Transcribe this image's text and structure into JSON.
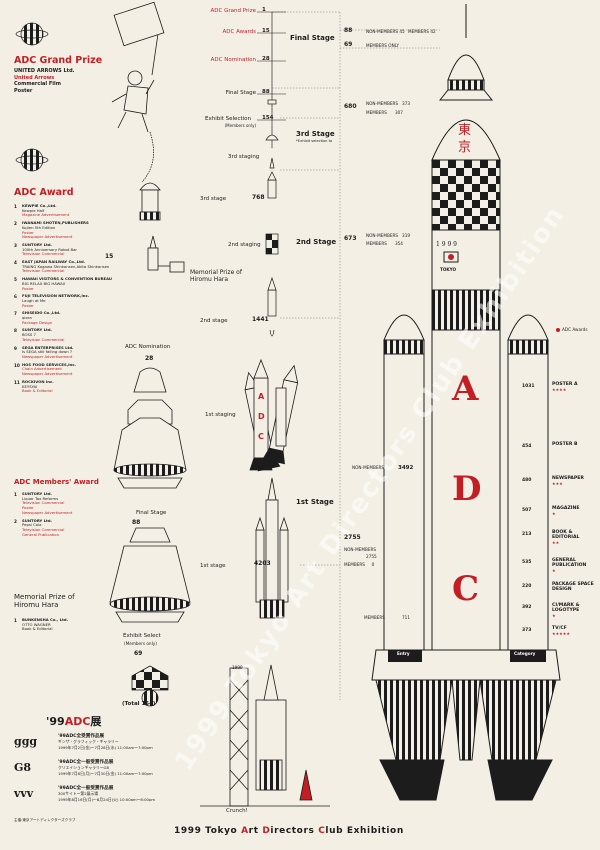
{
  "poster": {
    "footer_title_parts": [
      "1999 Tokyo ",
      "A",
      "rt ",
      "D",
      "irectors ",
      "C",
      "lub Exhibition"
    ],
    "watermark": "1999 Tokyo Art Directors Club Exhibition",
    "accent": "#c41e24",
    "paper": "#f3efe4"
  },
  "left": {
    "grand_prize": {
      "title": "ADC Grand Prize",
      "lines": [
        "UNITED ARROWS Ltd.",
        "United Arrows",
        "Commercial Film",
        "Poster"
      ]
    },
    "award": {
      "title": "ADC Award",
      "items": [
        {
          "n": "1",
          "lines": [
            "KEWPIE Co.,Ltd.",
            "Kewpie Half",
            "Magazine Advertisement"
          ]
        },
        {
          "n": "2",
          "lines": [
            "IWANAMI SHOTEN,PUBLISHERS",
            "Kojien 5th Edition",
            "Poster",
            "Newspaper Advertisement"
          ]
        },
        {
          "n": "3",
          "lines": [
            "SUNTORY Ltd.",
            "100th Anniversary Robot Bar",
            "Television Commercial"
          ]
        },
        {
          "n": "4",
          "lines": [
            "EAST JAPAN RAILWAY Co.,Ltd.",
            "TRAING Kogawa Shinkansen,Akita Shinkansen",
            "Television Commercial"
          ]
        },
        {
          "n": "5",
          "lines": [
            "HAWAII VISITORS & CONVENTION BUREAU",
            "BIG RELAX BIG HAWAII",
            "Poster"
          ]
        },
        {
          "n": "6",
          "lines": [
            "FUJI TELEVISION NETWORK,Inc.",
            "Laugh at Me",
            "Poster"
          ]
        },
        {
          "n": "7",
          "lines": [
            "SHISEIDO Co.,Ltd.",
            "qiora",
            "Package Design"
          ]
        },
        {
          "n": "8",
          "lines": [
            "SUNTORY Ltd.",
            "BOSS 7",
            "Television Commercial"
          ]
        },
        {
          "n": "9",
          "lines": [
            "SEGA ENTERPRISES Ltd.",
            "Is SEGA still falling down ?",
            "Newspaper Advertisement"
          ]
        },
        {
          "n": "10",
          "lines": [
            "HOS FOOD SERVICES,Inc.",
            "Chain Advertisement",
            "Newspaper Advertisement"
          ]
        },
        {
          "n": "11",
          "lines": [
            "ROCKIVON Inc.",
            "KEYSYAI",
            "Book & Editorial"
          ]
        }
      ]
    },
    "members_award": {
      "title": "ADC Members' Award",
      "items": [
        {
          "n": "1",
          "lines": [
            "SUNTORY Ltd.",
            "Liquor Tax Reforms",
            "Television Commercial",
            "Poster",
            "Newspaper Advertisement"
          ]
        },
        {
          "n": "2",
          "lines": [
            "SUNTORY Ltd.",
            "Pepsi Cola",
            "Television Commercial",
            "General Publication"
          ]
        }
      ]
    },
    "hara": {
      "title_l1": "Memorial Prize of",
      "title_l2": "Hiromu Hara",
      "n": "1",
      "lines": [
        "BUNKENSHA Co., Ltd.",
        "OTTO WAGNER",
        "Book & Editorial"
      ]
    },
    "exhibition": {
      "title": "'99",
      "title_red": "ADC",
      "title_suffix": "展",
      "venues": [
        {
          "name": "'99ADC全受賞作品展",
          "sub": "ギンザ・グラフィック・ギャラリー",
          "date": "1999年7月2日(金)〜7月28日(水) 11:00am〜7:00pm"
        },
        {
          "name": "'99ADC全一般受賞作品展",
          "sub": "クリエイションギャラリーG8",
          "date": "1999年7月6日(月)〜7月30日(金) 11:00am〜7:00pm"
        },
        {
          "name": "'99ADC全一般受賞作品展",
          "sub": "300サイトー第2展示場",
          "date": "1999年8月16日(月)〜8月24日(火) 10:00am〜6:00pm"
        }
      ],
      "credit": "主催:東京アートディレクターズクラブ"
    }
  },
  "middle": {
    "ladder": [
      {
        "label": "ADC Grand Prize",
        "value": "1"
      },
      {
        "label": "ADC Awards",
        "value": "15"
      },
      {
        "label": "ADC Nomination",
        "value": "28"
      },
      {
        "label": "Final Stage",
        "value": "88"
      },
      {
        "label": "Exhibit Selection",
        "sub": "(Members only)",
        "value": "154"
      }
    ],
    "stages": [
      {
        "label": "Final Stage"
      },
      {
        "label": "3rd Stage",
        "sub": "*Exhibit selection to"
      },
      {
        "label": "2nd Stage"
      },
      {
        "label": "1st Stage"
      }
    ],
    "staging": [
      {
        "label": "3rd staging"
      },
      {
        "label": "3rd stage",
        "value": "768"
      },
      {
        "label": "2nd staging"
      },
      {
        "label": "2nd stage",
        "value": "1441"
      },
      {
        "label": "1st staging"
      },
      {
        "label": "1st stage",
        "value": "4203"
      }
    ],
    "capsules": {
      "award_value": "15",
      "hara_label_l1": "Memorial Prize of",
      "hara_label_l2": "Hiromu Hara",
      "nomination_label": "ADC Nomination",
      "nomination_value": "28",
      "final_label": "Final Stage",
      "final_value": "88",
      "exhibit_label": "Exhibit Select",
      "exhibit_sub": "(Members only)",
      "exhibit_value": "69",
      "exhibit_total": "(Total 154)"
    },
    "crunch": "Crunch!",
    "year": "1999",
    "side_letters": [
      "A",
      "D",
      "C"
    ]
  },
  "right": {
    "final_stage": {
      "value": "88",
      "non_members_label": "NON-MEMBERS",
      "non_members": "45",
      "members_label": "MEMBERS",
      "members": "42",
      "members_only_value": "69",
      "members_only_label": "MEMBERS ONLY"
    },
    "third_stage": {
      "value": "680",
      "non_members_label": "NON-MEMBERS",
      "non_members": "373",
      "members_label": "MEMBERS",
      "members": "307"
    },
    "second_stage": {
      "value": "673",
      "non_members_label": "NON-MEMBERS",
      "non_members": "319",
      "members_label": "MEMBERS",
      "members": "354"
    },
    "first_stage": {
      "non_members_label": "NON-MEMBERS",
      "non_members": "3492",
      "total": "2755",
      "nm2_label": "NON-MEMBERS",
      "nm2": "2755",
      "m2_label": "MEMBERS",
      "m2": "0",
      "members_label": "MEMBERS",
      "members": "711"
    },
    "rocket_letters": [
      "A",
      "D",
      "C"
    ],
    "kanji": [
      "東",
      "京"
    ],
    "rocket_year": "1 9 9 9",
    "tokyo": "TOKYO",
    "entry": "Entry",
    "category": "Category",
    "adc_awards_label": "ADC Awards",
    "categories": [
      {
        "value": "1031",
        "label": "POSTER A",
        "stars": "★★★★"
      },
      {
        "value": "454",
        "label": "POSTER B",
        "stars": ""
      },
      {
        "value": "480",
        "label": "NEWSPAPER",
        "stars": "★★★"
      },
      {
        "value": "507",
        "label": "MAGAZINE",
        "stars": "★"
      },
      {
        "value": "213",
        "label": "BOOK & EDITORIAL",
        "stars": "★★"
      },
      {
        "value": "535",
        "label": "GENERAL PUBLICATION",
        "stars": "★"
      },
      {
        "value": "220",
        "label": "PACKAGE SPACE DESIGN",
        "stars": ""
      },
      {
        "value": "392",
        "label": "CI/MARK & LOGOTYPE",
        "stars": "★"
      },
      {
        "value": "373",
        "label": "TV/CF",
        "stars": "★★★★★"
      }
    ]
  }
}
